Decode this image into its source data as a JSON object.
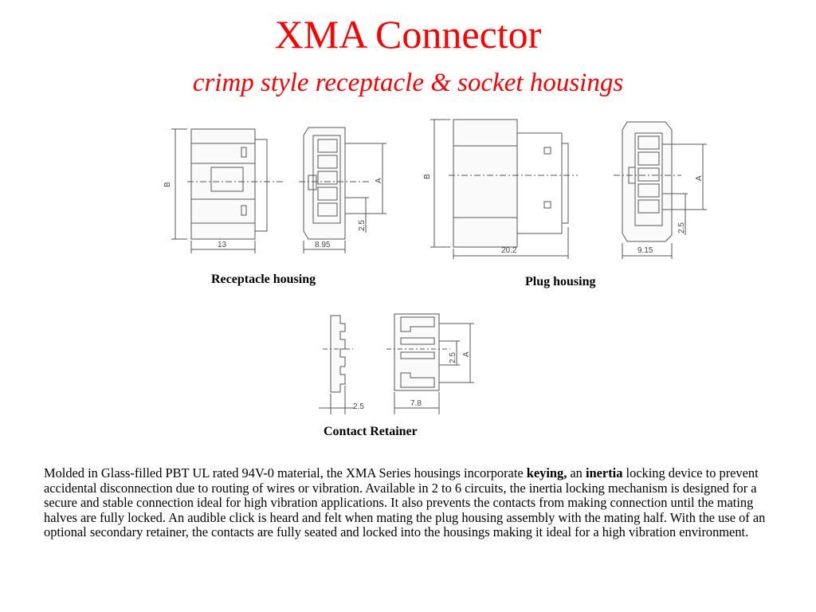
{
  "header": {
    "title": "XMA Connector",
    "subtitle": "crimp style receptacle & socket housings",
    "accent_color": "#ff0000"
  },
  "figures": {
    "receptacle": {
      "caption": "Receptacle housing",
      "dim_height": "B",
      "dim_length": "13",
      "dim_width": "8.95",
      "dim_span": "A",
      "dim_pitch": "2.5"
    },
    "plug": {
      "caption": "Plug housing",
      "dim_height": "B",
      "dim_length": "20.2",
      "dim_width": "9.15",
      "dim_span": "A",
      "dim_pitch": "2.5"
    },
    "retainer": {
      "caption": "Contact Retainer",
      "dim_side": "2.5",
      "dim_width": "7.8",
      "dim_pitch": "2.5",
      "dim_span": "A"
    }
  },
  "description": {
    "part1": "Molded in Glass-filled PBT UL rated 94V-0 material, the XMA Series housings incorporate ",
    "bold1": "keying,",
    "part2": " an ",
    "bold2": "inertia",
    "part3": " locking device to prevent accidental disconnection due to routing of wires or vibration.  Available in 2 to 6 circuits, the inertia locking mechanism is designed for a secure and stable connection ideal for high vibration applications.  It also prevents the contacts from making connection until the mating halves are fully locked. An audible click is heard and felt when mating the plug housing assembly with the mating half. With the use of an optional secondary retainer, the contacts are fully seated and locked into the housings making it ideal for a high vibration environment."
  }
}
